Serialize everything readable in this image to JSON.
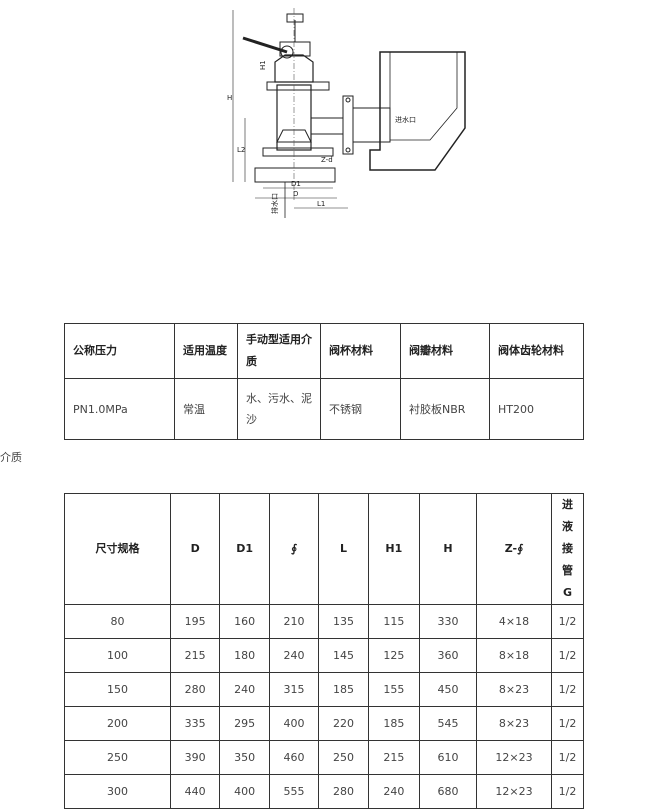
{
  "drawing": {
    "labels": {
      "H": "H",
      "L2": "L2",
      "D1": "D1",
      "D": "D",
      "L1": "L1",
      "Zd": "Z-d",
      "inlet": "进水口",
      "outlet": "排水口",
      "H1": "H1"
    }
  },
  "spec_table": {
    "headers": [
      "公称压力",
      "适用温度",
      "手动型适用介质",
      "阀杯材料",
      "阀瓣材料",
      "阀体齿轮材料"
    ],
    "row": [
      "PN1.0MPa",
      "常温",
      "水、污水、泥沙",
      "不锈钢",
      "衬胶板NBR",
      "HT200"
    ]
  },
  "note": "介质",
  "dim_table": {
    "headers": [
      "尺寸规格",
      "D",
      "D1",
      "∮",
      "L",
      "H1",
      "H",
      "Z-∮",
      "进液接管G"
    ],
    "rows": [
      [
        "80",
        "195",
        "160",
        "210",
        "135",
        "115",
        "330",
        "4×18",
        "1/2"
      ],
      [
        "100",
        "215",
        "180",
        "240",
        "145",
        "125",
        "360",
        "8×18",
        "1/2"
      ],
      [
        "150",
        "280",
        "240",
        "315",
        "185",
        "155",
        "450",
        "8×23",
        "1/2"
      ],
      [
        "200",
        "335",
        "295",
        "400",
        "220",
        "185",
        "545",
        "8×23",
        "1/2"
      ],
      [
        "250",
        "390",
        "350",
        "460",
        "250",
        "215",
        "610",
        "12×23",
        "1/2"
      ],
      [
        "300",
        "440",
        "400",
        "555",
        "280",
        "240",
        "680",
        "12×23",
        "1/2"
      ]
    ]
  }
}
